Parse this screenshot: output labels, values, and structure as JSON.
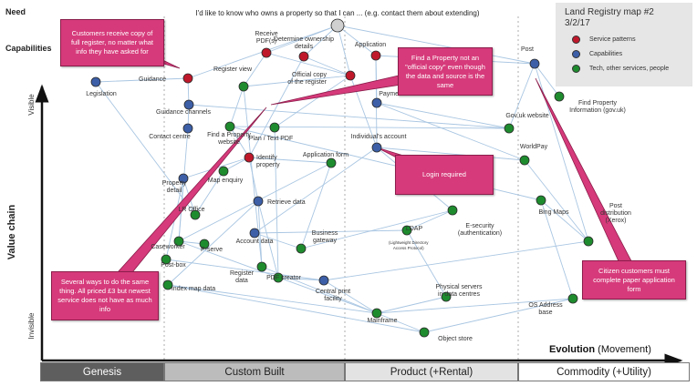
{
  "need_label": "Need",
  "capabilities_label": "Capabilities",
  "user_need": "I'd like to know who owns a property so that I can ... (e.g. contact them about extending)",
  "y_axis": {
    "label": "Value chain",
    "top": "Visible",
    "bottom": "Invisible"
  },
  "x_axis": {
    "label": "Evolution",
    "label_suffix": "(Movement)"
  },
  "stages": [
    "Genesis",
    "Custom Built",
    "Product (+Rental)",
    "Commodity (+Utility)"
  ],
  "legend": {
    "title": "Land Registry map #2",
    "date": "3/2/17",
    "items": [
      {
        "label": "Service patterns",
        "color": "#c0182b"
      },
      {
        "label": "Capabilities",
        "color": "#3d5fa8"
      },
      {
        "label": "Tech, other services, people",
        "color": "#1e8c2e"
      }
    ]
  },
  "colors": {
    "service": "#c0182b",
    "capability": "#3d5fa8",
    "tech": "#1e8c2e",
    "need": "#d0d0d0",
    "callout": "#d63a7a",
    "line": "#a9c6e2"
  },
  "nodes": [
    {
      "id": "need",
      "type": "need",
      "label": ""
    },
    {
      "id": "receive",
      "type": "service",
      "label": "Receive\nPDF(s)"
    },
    {
      "id": "determine",
      "type": "service",
      "label": "Determine ownership\ndetails"
    },
    {
      "id": "application",
      "type": "service",
      "label": "Application"
    },
    {
      "id": "guidance",
      "type": "service",
      "label": "Guidance"
    },
    {
      "id": "official",
      "type": "service",
      "label": "Official copy\nof the register"
    },
    {
      "id": "identify",
      "type": "service",
      "label": "Identify\nproperty"
    },
    {
      "id": "post",
      "type": "capability",
      "label": "Post"
    },
    {
      "id": "legislation",
      "type": "capability",
      "label": "Legislation"
    },
    {
      "id": "guidance_channels",
      "type": "capability",
      "label": "Guidance channels"
    },
    {
      "id": "contact",
      "type": "capability",
      "label": "Contact centre"
    },
    {
      "id": "payment",
      "type": "capability",
      "label": "Payment"
    },
    {
      "id": "individual",
      "type": "capability",
      "label": "Individual's account"
    },
    {
      "id": "property_details",
      "type": "capability",
      "label": "Property\ndetail"
    },
    {
      "id": "retrieve",
      "type": "capability",
      "label": "Retrieve data"
    },
    {
      "id": "account_data",
      "type": "capability",
      "label": "Account data"
    },
    {
      "id": "central_print",
      "type": "capability",
      "label": "Central print\nfacility"
    },
    {
      "id": "register_view",
      "type": "tech",
      "label": "Register view"
    },
    {
      "id": "find_web",
      "type": "tech",
      "label": "Find a Property\nwebsite"
    },
    {
      "id": "plan",
      "type": "tech",
      "label": "Plan / Text PDF"
    },
    {
      "id": "app_form",
      "type": "tech",
      "label": "Application form"
    },
    {
      "id": "map_enquiry",
      "type": "tech",
      "label": "Map enquiry"
    },
    {
      "id": "office",
      "type": "tech",
      "label": "LR Office"
    },
    {
      "id": "caseworker",
      "type": "tech",
      "label": "Caseworker"
    },
    {
      "id": "pserve",
      "type": "tech",
      "label": "P-serve"
    },
    {
      "id": "postbox",
      "type": "tech",
      "label": "Post-box"
    },
    {
      "id": "business_gw",
      "type": "tech",
      "label": "Business\ngateway"
    },
    {
      "id": "register_data",
      "type": "tech",
      "label": "Register\ndata"
    },
    {
      "id": "pdf_creator",
      "type": "tech",
      "label": "PDF creator"
    },
    {
      "id": "index_map",
      "type": "tech",
      "label": "Index map data"
    },
    {
      "id": "ldap",
      "type": "tech",
      "label": "LDAP"
    },
    {
      "id": "esecurity",
      "type": "tech",
      "label": "E-security\n(authentication)"
    },
    {
      "id": "physical",
      "type": "tech",
      "label": "Physical servers\nin data centres"
    },
    {
      "id": "mainframe",
      "type": "tech",
      "label": "Mainframe"
    },
    {
      "id": "object_store",
      "type": "tech",
      "label": "Object store"
    },
    {
      "id": "govuk",
      "type": "tech",
      "label": "Gov.uk website"
    },
    {
      "id": "worldpay",
      "type": "tech",
      "label": "WorldPay"
    },
    {
      "id": "bing",
      "type": "tech",
      "label": "Bing Maps"
    },
    {
      "id": "find_info",
      "type": "tech",
      "label": "Find Property\nInformation (gov.uk)"
    },
    {
      "id": "post_dist",
      "type": "tech",
      "label": "Post\ndistribution\n(Xerox)"
    },
    {
      "id": "os_address",
      "type": "tech",
      "label": "OS Address\nbase"
    }
  ],
  "ldap_note": "(Lightweight Directory\nAccess Protocol)",
  "callouts": [
    {
      "id": "c1",
      "text": "Customers receive copy of full register, no matter what info they have asked for"
    },
    {
      "id": "c2",
      "text": "Find a Property not an \"official copy\" even though the data and source is the same"
    },
    {
      "id": "c3",
      "text": "Login required"
    },
    {
      "id": "c4",
      "text": "Several ways to do the same thing. All priced £3 but newest service does not have as much info"
    },
    {
      "id": "c5",
      "text": "Citizen customers must complete paper application form"
    }
  ]
}
